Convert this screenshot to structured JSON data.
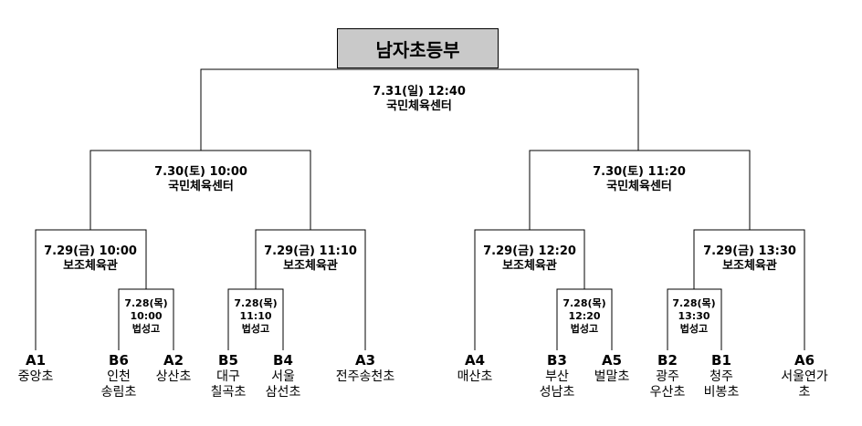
{
  "title": "남자초등부",
  "matches": [
    {
      "id": "final",
      "date": "7.31(일) 12:40",
      "venue": "국민체육센터"
    },
    {
      "id": "semi-left",
      "date": "7.30(토) 10:00",
      "venue": "국민체육센터"
    },
    {
      "id": "semi-right",
      "date": "7.30(토) 11:20",
      "venue": "국민체육센터"
    },
    {
      "id": "qf-1",
      "date": "7.29(금) 10:00",
      "venue": "보조체육관"
    },
    {
      "id": "qf-2",
      "date": "7.29(금) 11:10",
      "venue": "보조체육관"
    },
    {
      "id": "qf-3",
      "date": "7.29(금) 12:20",
      "venue": "보조체육관"
    },
    {
      "id": "qf-4",
      "date": "7.29(금) 13:30",
      "venue": "보조체육관"
    },
    {
      "id": "r1-1",
      "day": "7.28(목)",
      "time": "10:00",
      "venue": "법성고"
    },
    {
      "id": "r1-2",
      "day": "7.28(목)",
      "time": "11:10",
      "venue": "법성고"
    },
    {
      "id": "r1-3",
      "day": "7.28(목)",
      "time": "12:20",
      "venue": "법성고"
    },
    {
      "id": "r1-4",
      "day": "7.28(목)",
      "time": "13:30",
      "venue": "법성고"
    }
  ],
  "teams": [
    {
      "code": "A1",
      "name": "중앙초"
    },
    {
      "code": "B6",
      "name": "인천\n송림초"
    },
    {
      "code": "A2",
      "name": "상산초"
    },
    {
      "code": "B5",
      "name": "대구\n칠곡초"
    },
    {
      "code": "B4",
      "name": "서울\n삼선초"
    },
    {
      "code": "A3",
      "name": "전주송천초"
    },
    {
      "code": "A4",
      "name": "매산초"
    },
    {
      "code": "B3",
      "name": "부산\n성남초"
    },
    {
      "code": "A5",
      "name": "벌말초"
    },
    {
      "code": "B2",
      "name": "광주\n우산초"
    },
    {
      "code": "B1",
      "name": "청주\n비봉초"
    },
    {
      "code": "A6",
      "name": "서울연가초"
    }
  ]
}
